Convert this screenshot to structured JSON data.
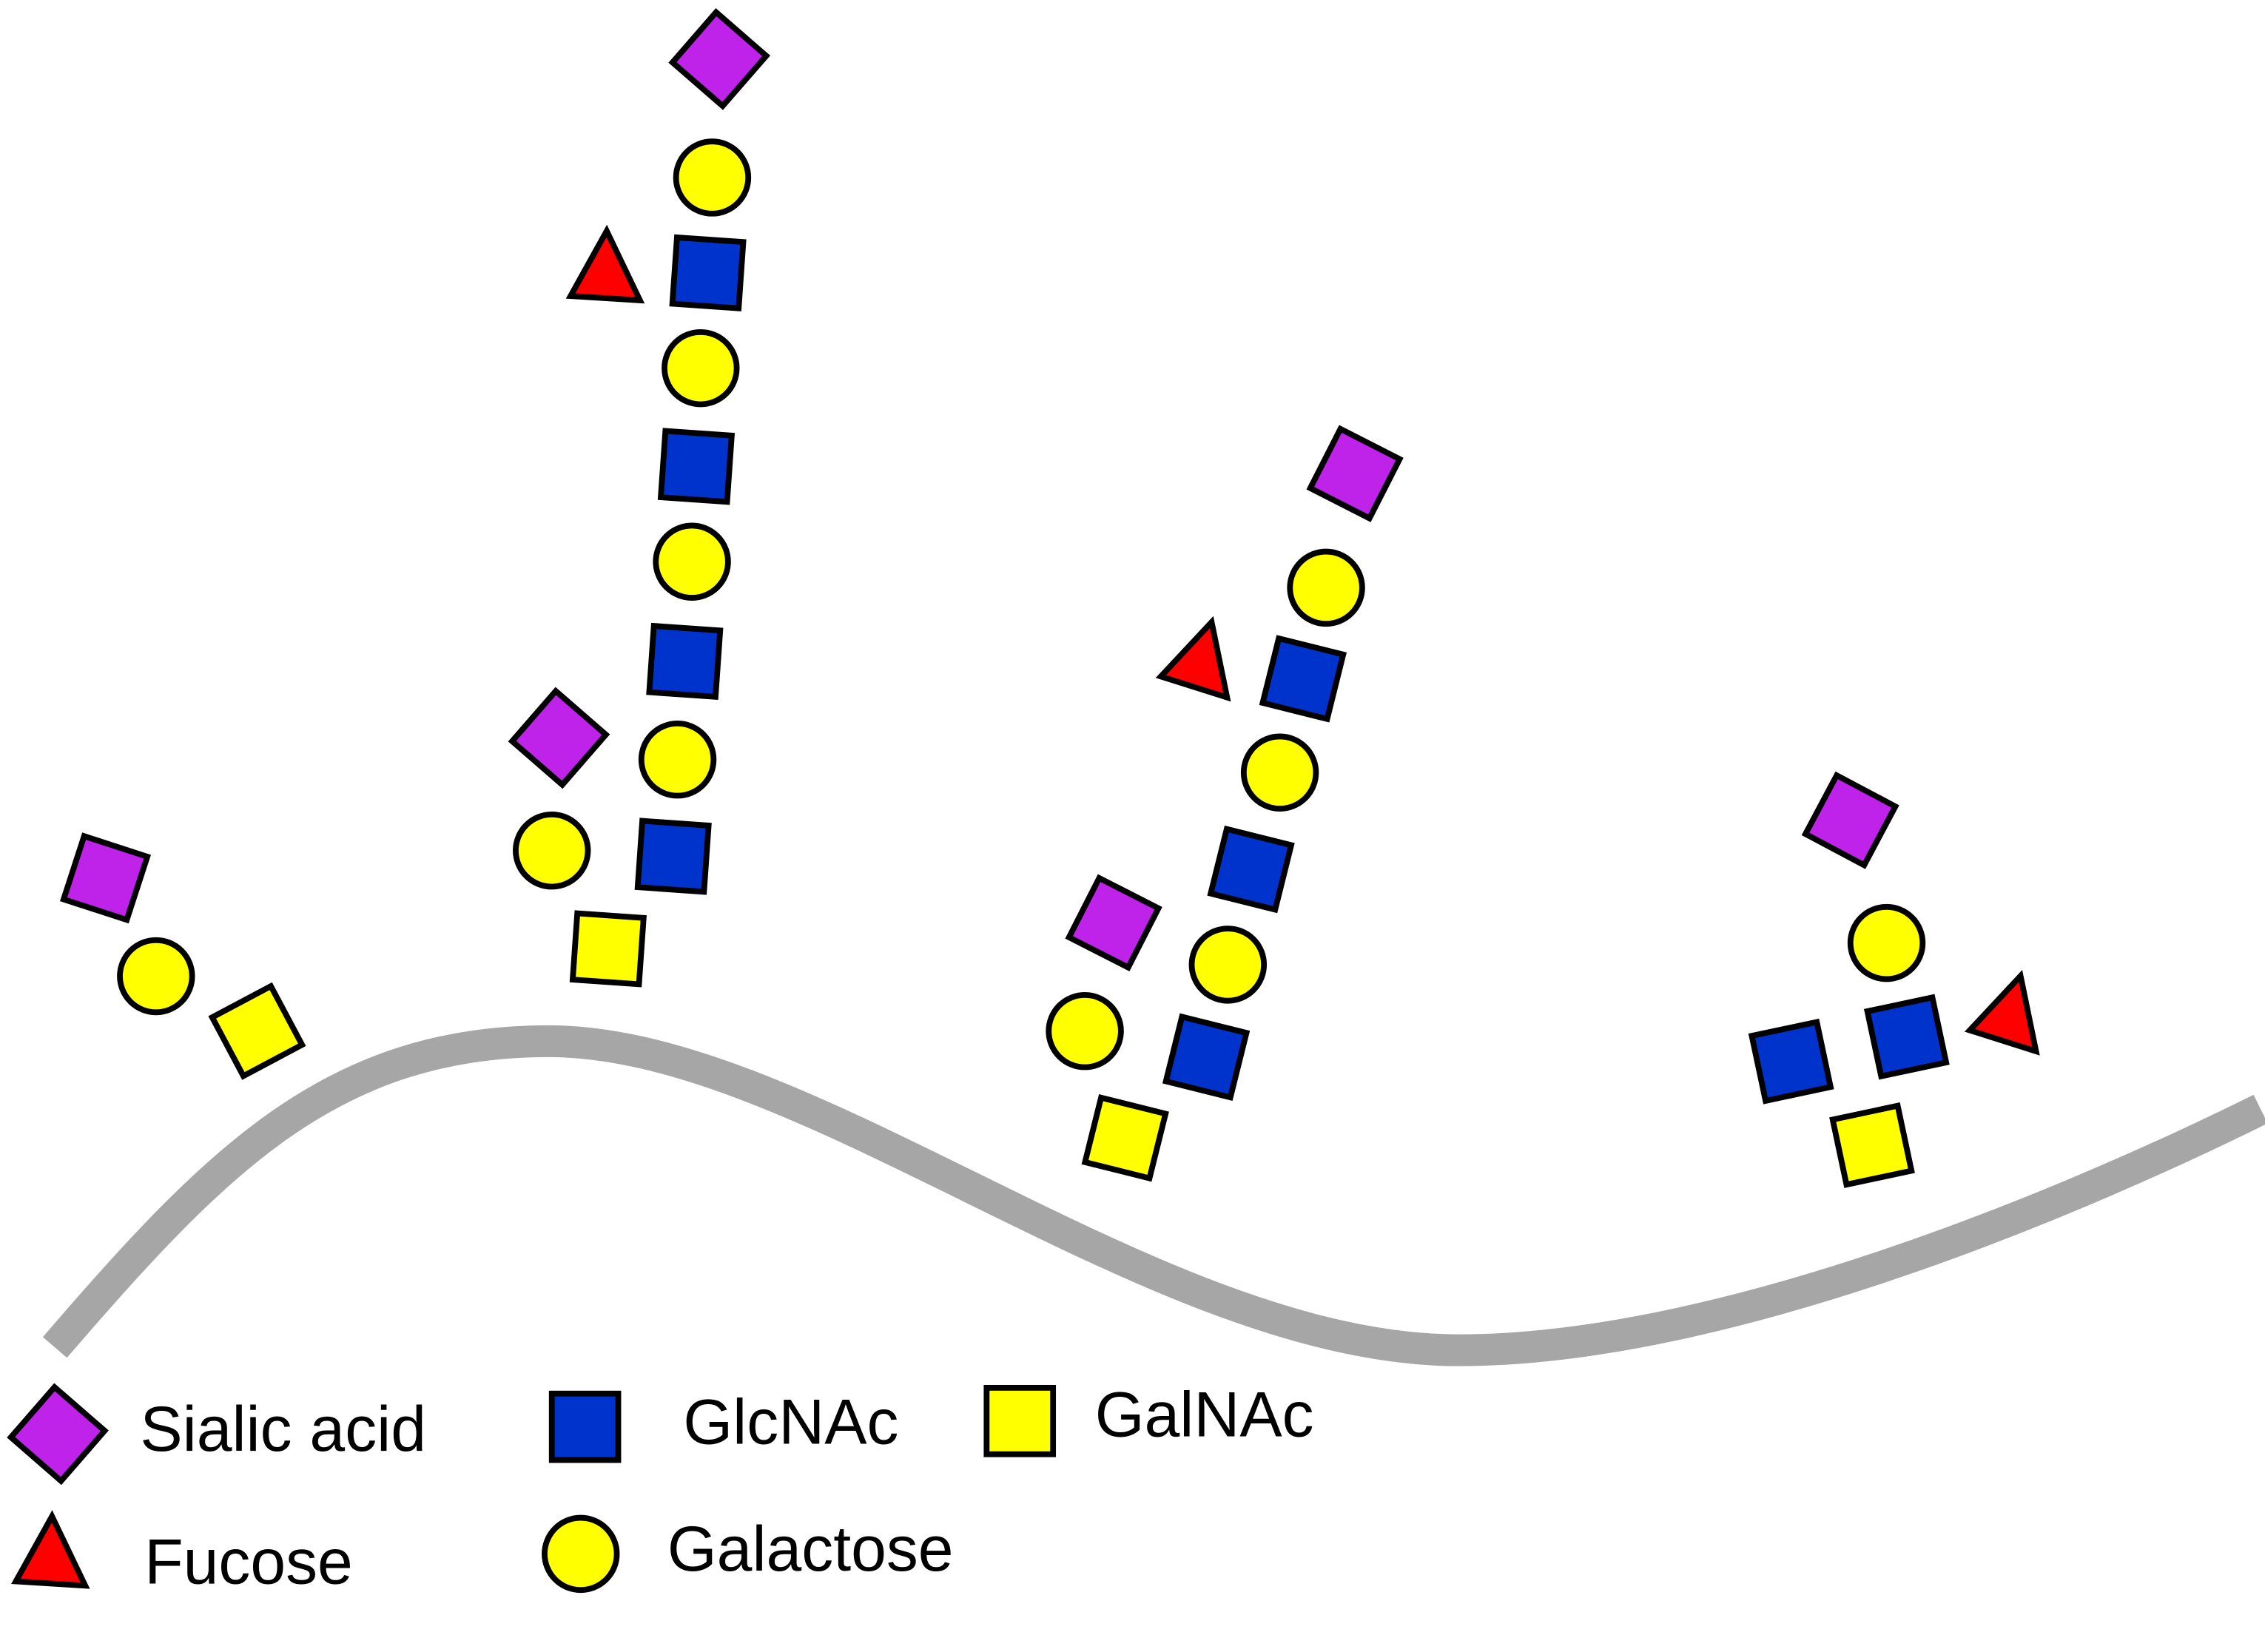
{
  "legend": {
    "sialic_acid": "Sialic acid",
    "fucose": "Fucose",
    "glcnac": "GlcNAc",
    "galactose": "Galactose",
    "galnac": "GalNAc"
  },
  "colors": {
    "sialic_acid": "#bf22e8",
    "fucose": "#ff0000",
    "glcnac": "#0033cc",
    "galactose": "#ffff00",
    "galnac": "#ffff00",
    "membrane": "#a6a6a6",
    "outline": "#000000"
  }
}
